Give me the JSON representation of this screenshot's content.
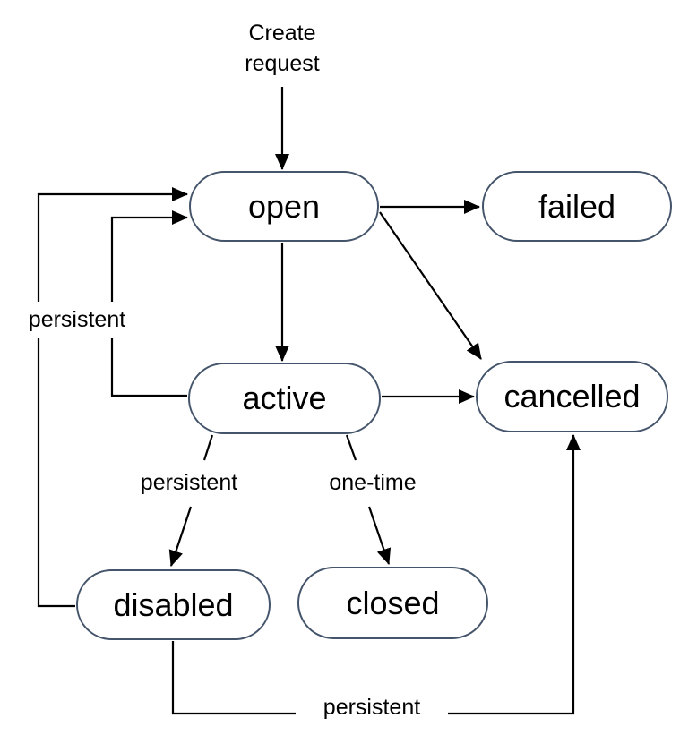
{
  "diagram": {
    "type": "state-diagram",
    "background": "#ffffff",
    "colors": {
      "node_border": "#44546a",
      "node_fill": "#ffffff",
      "arrow": "#000000",
      "text": "#000000"
    },
    "nodes": [
      {
        "id": "open",
        "label": "open"
      },
      {
        "id": "failed",
        "label": "failed"
      },
      {
        "id": "active",
        "label": "active"
      },
      {
        "id": "cancelled",
        "label": "cancelled"
      },
      {
        "id": "disabled",
        "label": "disabled"
      },
      {
        "id": "closed",
        "label": "closed"
      }
    ],
    "labels": {
      "create_request": "Create\nrequest",
      "persistent_left": "persistent",
      "persistent_mid": "persistent",
      "one_time": "one-time",
      "persistent_bottom": "persistent"
    },
    "edges": [
      {
        "from": "start",
        "to": "open",
        "label": "Create request"
      },
      {
        "from": "open",
        "to": "failed",
        "label": ""
      },
      {
        "from": "open",
        "to": "cancelled",
        "label": ""
      },
      {
        "from": "open",
        "to": "active",
        "label": ""
      },
      {
        "from": "active",
        "to": "cancelled",
        "label": ""
      },
      {
        "from": "active",
        "to": "open",
        "label": "persistent"
      },
      {
        "from": "disabled",
        "to": "open",
        "label": "persistent"
      },
      {
        "from": "active",
        "to": "disabled",
        "label": "persistent"
      },
      {
        "from": "active",
        "to": "closed",
        "label": "one-time"
      },
      {
        "from": "disabled",
        "to": "cancelled",
        "label": "persistent"
      }
    ]
  }
}
